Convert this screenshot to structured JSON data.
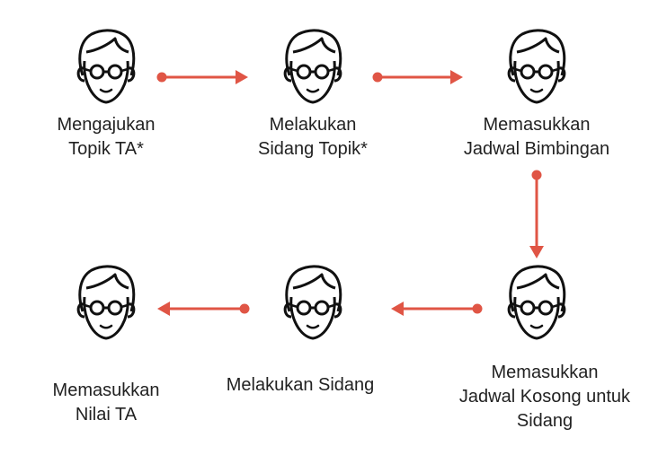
{
  "colors": {
    "arrow": "#e05545",
    "icon": "#111111",
    "text": "#222222",
    "background": "#ffffff"
  },
  "icon_name": "person-with-glasses-icon",
  "steps": [
    {
      "id": "step-1",
      "lines": [
        "Mengajukan",
        "Topik TA*"
      ]
    },
    {
      "id": "step-2",
      "lines": [
        "Melakukan",
        "Sidang Topik*"
      ]
    },
    {
      "id": "step-3",
      "lines": [
        "Memasukkan",
        "Jadwal Bimbingan"
      ]
    },
    {
      "id": "step-4",
      "lines": [
        "Memasukkan",
        "Jadwal Kosong untuk",
        "Sidang"
      ]
    },
    {
      "id": "step-5",
      "lines": [
        "Melakukan Sidang"
      ]
    },
    {
      "id": "step-6",
      "lines": [
        "Memasukkan",
        "Nilai TA"
      ]
    }
  ],
  "flow": [
    {
      "from": "step-1",
      "to": "step-2"
    },
    {
      "from": "step-2",
      "to": "step-3"
    },
    {
      "from": "step-3",
      "to": "step-4"
    },
    {
      "from": "step-4",
      "to": "step-5"
    },
    {
      "from": "step-5",
      "to": "step-6"
    }
  ]
}
